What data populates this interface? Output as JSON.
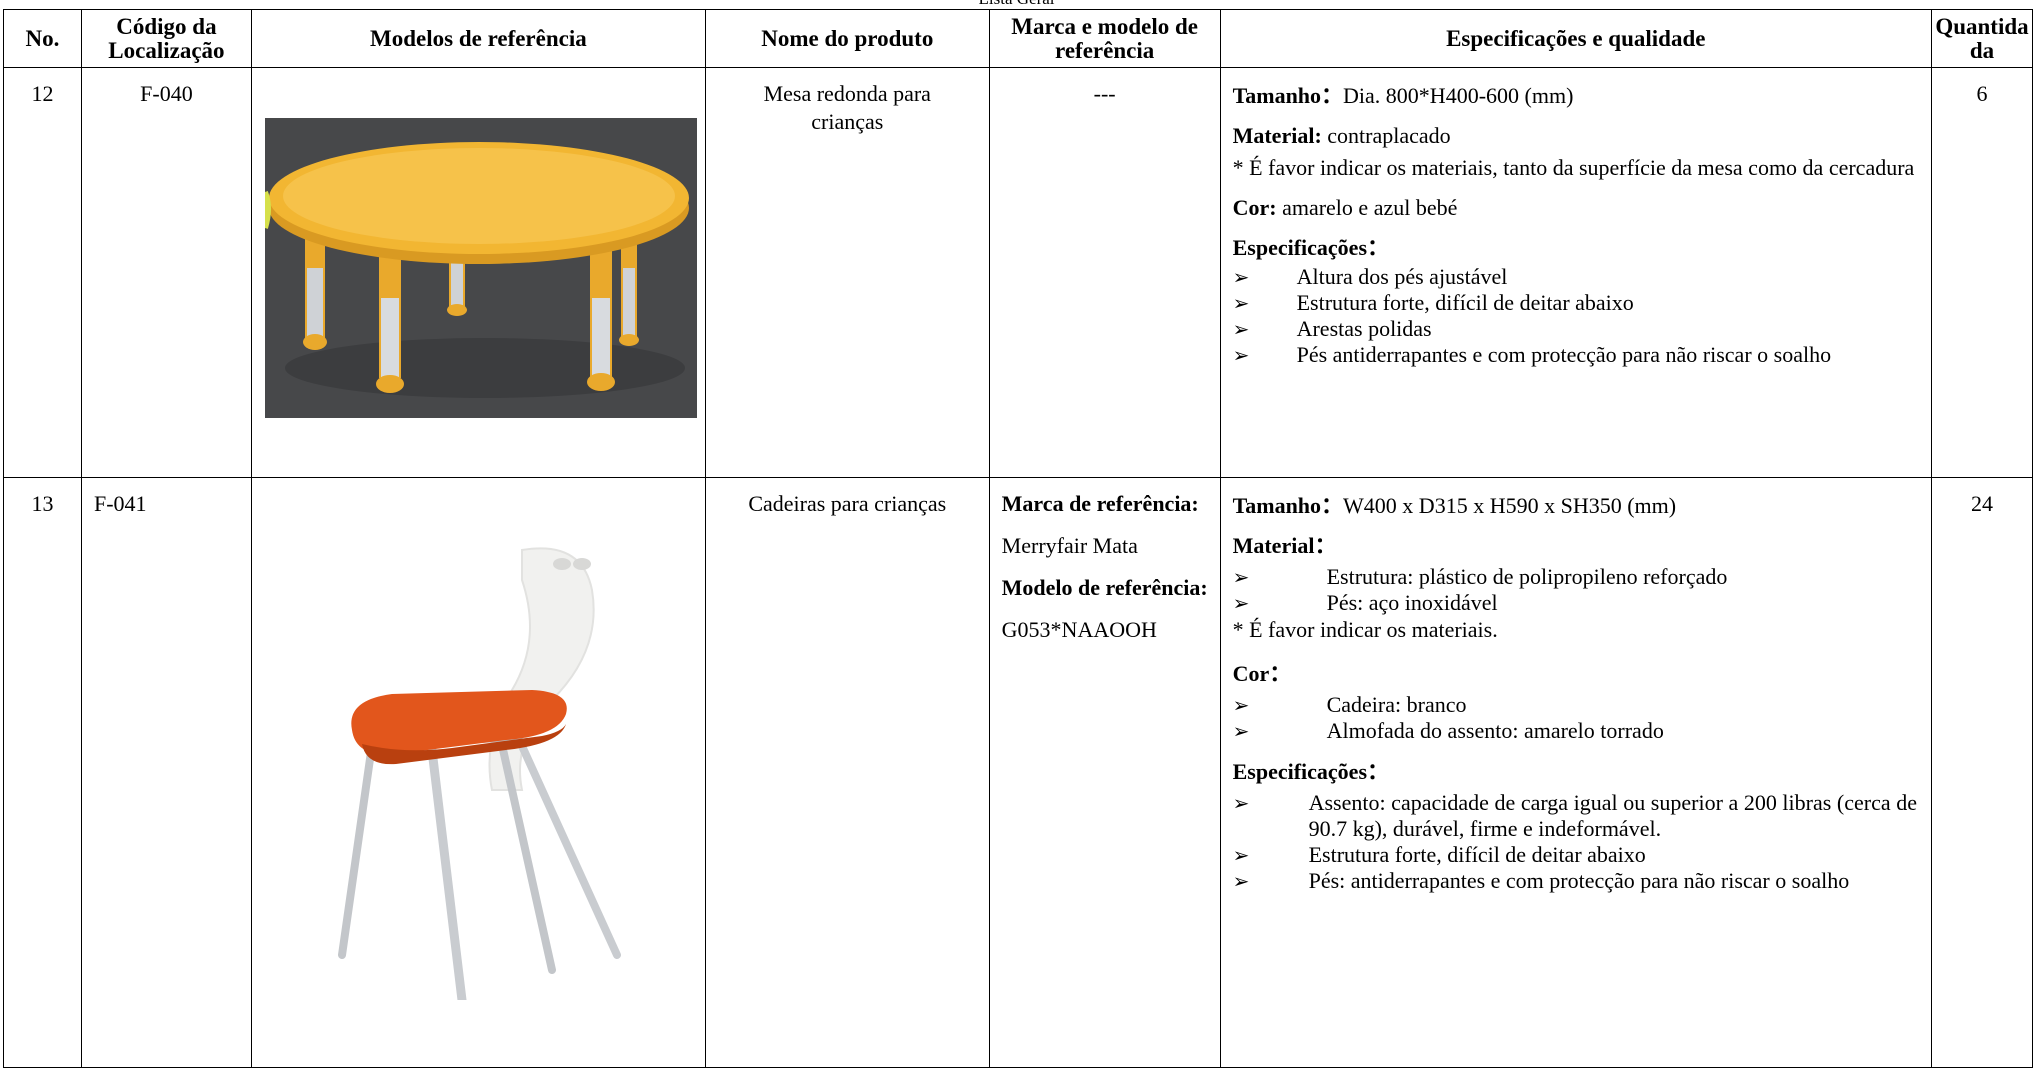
{
  "top_cut_text": "Lista Geral",
  "headers": {
    "no": "No.",
    "codigo": "Código da Localização",
    "modelos": "Modelos de referência",
    "nome": "Nome do produto",
    "marca": "Marca e modelo de referência",
    "especificacoes": "Especificações e qualidade",
    "quantidade": "Quantida da"
  },
  "rows": [
    {
      "no": "12",
      "codigo": "F-040",
      "image_icon": "round-table-image",
      "nome": "Mesa redonda para crianças",
      "marca_text": "---",
      "tamanho_label": "Tamanho：",
      "tamanho_value": "Dia. 800*H400-600 (mm)",
      "material_label": "Material:",
      "material_value": "contraplacado",
      "material_note": "* É favor indicar os materiais, tanto da superfície da mesa como da cercadura",
      "cor_label": "Cor:",
      "cor_value": "amarelo e azul bebé",
      "espec_label": "Especificações：",
      "espec_items": [
        "Altura dos pés ajustável",
        "Estrutura forte, difícil de deitar abaixo",
        "Arestas polidas",
        "Pés antiderrapantes e com protecção para não riscar o soalho"
      ],
      "quantidade": "6"
    },
    {
      "no": "13",
      "codigo": "F-041",
      "image_icon": "child-chair-image",
      "nome": "Cadeiras para crianças",
      "marca_label": "Marca de referência:",
      "marca_value": "Merryfair Mata",
      "modelo_label": "Modelo de referência:",
      "modelo_value": "G053*NAAOOH",
      "tamanho_label": "Tamanho：",
      "tamanho_value": "W400 x D315 x H590 x SH350 (mm)",
      "material_label": "Material：",
      "material_items": [
        "Estrutura: plástico de polipropileno reforçado",
        "Pés: aço inoxidável"
      ],
      "material_note": "* É favor indicar os materiais.",
      "cor_label": "Cor：",
      "cor_items": [
        "Cadeira: branco",
        "Almofada do assento: amarelo torrado"
      ],
      "espec_label": "Especificações：",
      "espec_items": [
        "Assento: capacidade de carga igual ou superior a 200 libras (cerca de 90.7 kg), durável, firme e indeformável.",
        "Estrutura forte, difícil de deitar abaixo",
        "Pés: antiderrapantes e com protecção para não riscar o soalho"
      ],
      "quantidade": "24"
    }
  ],
  "colors": {
    "table_yellow": "#f2b632",
    "table_bg": "#47484a",
    "chair_seat": "#e2561c",
    "chair_shell": "#f4f4f2",
    "chair_legs": "#c9ccd0"
  }
}
